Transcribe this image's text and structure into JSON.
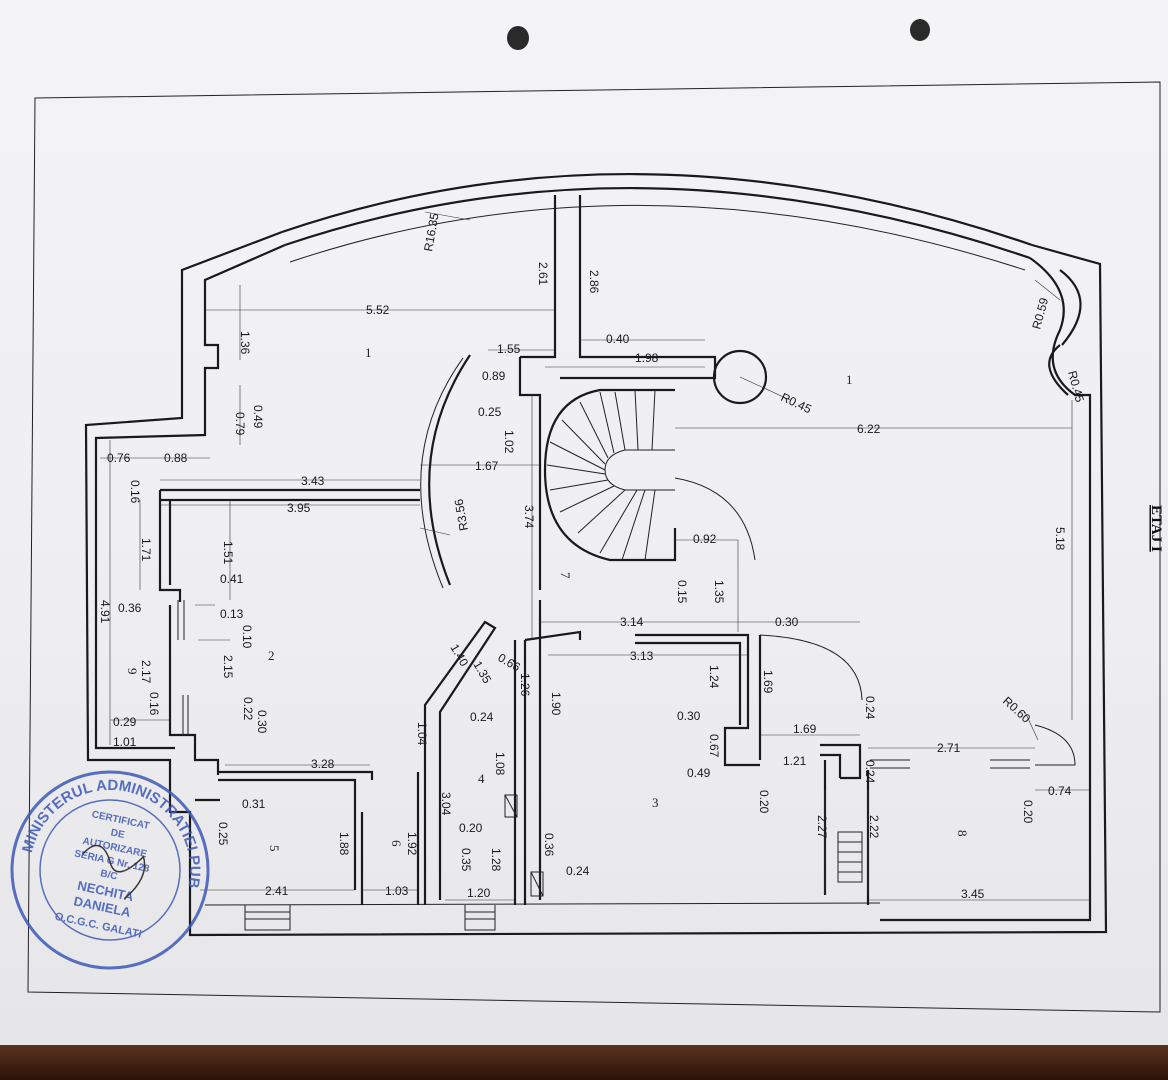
{
  "title": "ETAJ I",
  "radii": [
    "R16.35",
    "R3.56",
    "R0.45",
    "R0.59",
    "R0.45",
    "R0.60"
  ],
  "room_numbers": [
    "1",
    "1",
    "2",
    "3",
    "4",
    "5",
    "6",
    "7",
    "8",
    "9"
  ],
  "dimensions": [
    "5.52",
    "1.36",
    "0.49",
    "0.79",
    "0.76",
    "0.88",
    "0.16",
    "3.43",
    "3.95",
    "1.71",
    "1.51",
    "0.41",
    "4.91",
    "0.36",
    "0.13",
    "0.10",
    "2.17",
    "2.15",
    "0.16",
    "0.22",
    "0.30",
    "0.29",
    "1.01",
    "3.28",
    "0.31",
    "0.25",
    "1.88",
    "1.92",
    "2.41",
    "1.03",
    "1.20",
    "2.61",
    "2.86",
    "1.55",
    "0.40",
    "1.98",
    "0.89",
    "0.25",
    "1.02",
    "1.67",
    "3.74",
    "6.22",
    "0.92",
    "0.15",
    "1.35",
    "3.14",
    "0.30",
    "5.18",
    "1.40",
    "1.35",
    "0.66",
    "1.26",
    "1.90",
    "3.13",
    "1.24",
    "1.69",
    "0.24",
    "1.04",
    "0.24",
    "1.08",
    "3.04",
    "0.20",
    "0.35",
    "1.28",
    "0.36",
    "0.24",
    "0.30",
    "0.67",
    "0.49",
    "1.21",
    "0.20",
    "1.69",
    "0.24",
    "2.71",
    "2.27",
    "2.22",
    "3.45",
    "0.74",
    "0.20"
  ],
  "stamp": {
    "ring_text": "MINISTERUL ADMINISTRATIEI PUBLICE",
    "lines": [
      "CERTIFICAT",
      "DE",
      "AUTORIZARE",
      "SERIA G Nr. 128",
      "B/C",
      "NECHITA",
      "DANIELA",
      "O.C.G.C. GALATI"
    ]
  }
}
